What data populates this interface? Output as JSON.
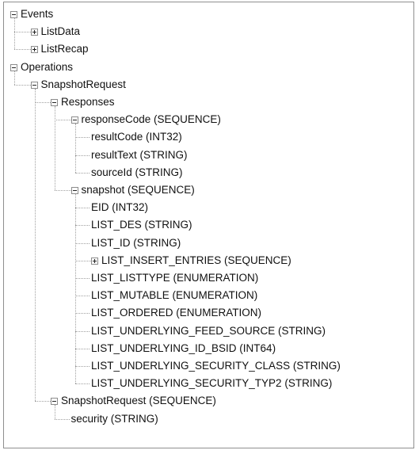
{
  "tree": {
    "nodes": [
      {
        "label": "Events",
        "level": 0,
        "toggle": "minus"
      },
      {
        "label": "ListData",
        "level": 1,
        "toggle": "plus"
      },
      {
        "label": "ListRecap",
        "level": 1,
        "toggle": "plus"
      },
      {
        "label": "Operations",
        "level": 0,
        "toggle": "minus"
      },
      {
        "label": "SnapshotRequest",
        "level": 1,
        "toggle": "minus"
      },
      {
        "label": "Responses",
        "level": 2,
        "toggle": "minus"
      },
      {
        "label": "responseCode (SEQUENCE)",
        "level": 3,
        "toggle": "minus"
      },
      {
        "label": "resultCode (INT32)",
        "level": 4,
        "toggle": "none"
      },
      {
        "label": "resultText (STRING)",
        "level": 4,
        "toggle": "none"
      },
      {
        "label": "sourceId (STRING)",
        "level": 4,
        "toggle": "none"
      },
      {
        "label": "snapshot (SEQUENCE)",
        "level": 3,
        "toggle": "minus"
      },
      {
        "label": "EID (INT32)",
        "level": 4,
        "toggle": "none"
      },
      {
        "label": "LIST_DES (STRING)",
        "level": 4,
        "toggle": "none"
      },
      {
        "label": "LIST_ID (STRING)",
        "level": 4,
        "toggle": "none"
      },
      {
        "label": "LIST_INSERT_ENTRIES (SEQUENCE)",
        "level": 4,
        "toggle": "plus"
      },
      {
        "label": "LIST_LISTTYPE (ENUMERATION)",
        "level": 4,
        "toggle": "none"
      },
      {
        "label": "LIST_MUTABLE (ENUMERATION)",
        "level": 4,
        "toggle": "none"
      },
      {
        "label": "LIST_ORDERED (ENUMERATION)",
        "level": 4,
        "toggle": "none"
      },
      {
        "label": "LIST_UNDERLYING_FEED_SOURCE (STRING)",
        "level": 4,
        "toggle": "none"
      },
      {
        "label": "LIST_UNDERLYING_ID_BSID (INT64)",
        "level": 4,
        "toggle": "none"
      },
      {
        "label": "LIST_UNDERLYING_SECURITY_CLASS (STRING)",
        "level": 4,
        "toggle": "none"
      },
      {
        "label": "LIST_UNDERLYING_SECURITY_TYP2 (STRING)",
        "level": 4,
        "toggle": "none"
      },
      {
        "label": "SnapshotRequest (SEQUENCE)",
        "level": 2,
        "toggle": "minus"
      },
      {
        "label": "security (STRING)",
        "level": 3,
        "toggle": "none"
      }
    ]
  }
}
